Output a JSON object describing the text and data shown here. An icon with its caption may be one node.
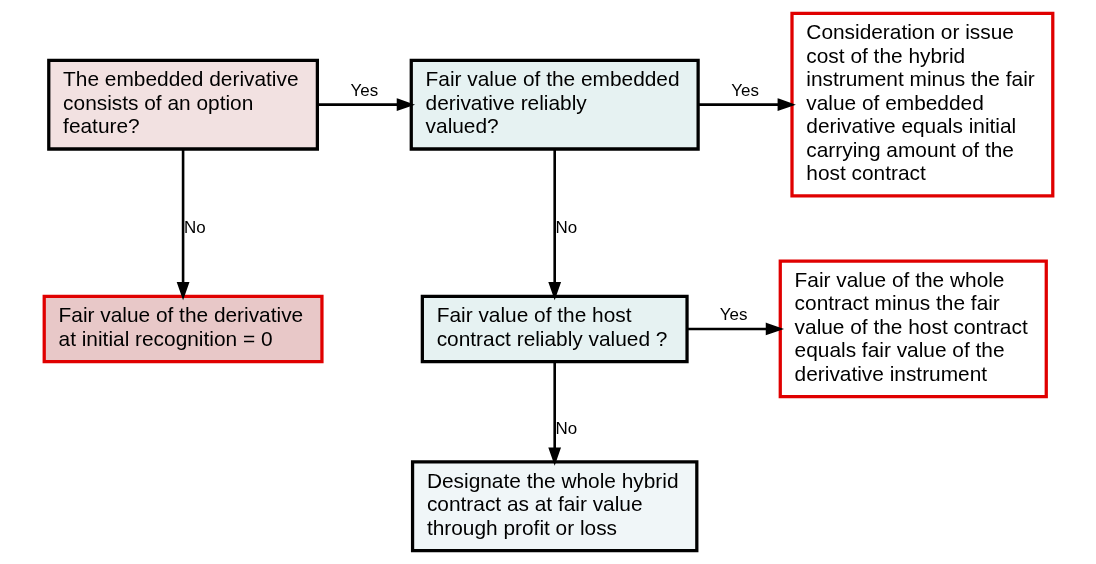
{
  "diagram": {
    "nodes": [
      {
        "text": [
          "The embedded derivative consists of an option feature?"
        ]
      },
      {
        "text": [
          "Fair value of the embedded derivative reliably valued?"
        ]
      },
      {
        "text": [
          "Consideration or issue cost of the hybrid instrument minus the fair value of embedded derivative equals initial carrying amount of the host contract"
        ]
      },
      {
        "text": [
          "Fair value of the derivative at initial recognition = 0"
        ]
      },
      {
        "text": [
          "Fair value of the host contract reliably valued ?"
        ]
      },
      {
        "text": [
          "Fair value of the whole contract minus the fair value of the host contract equals fair value of the derivative instrument"
        ]
      },
      {
        "text": [
          "Designate the whole hybrid contract as at fair value through profit or loss"
        ]
      }
    ],
    "edges": [
      {
        "from": 0,
        "to": 1,
        "arrow": "to",
        "label": "Yes"
      },
      {
        "from": 0,
        "to": 3,
        "arrow": "to",
        "label": "No"
      },
      {
        "from": 1,
        "to": 2,
        "arrow": "to",
        "label": "Yes"
      },
      {
        "from": 1,
        "to": 4,
        "arrow": "to",
        "label": "No"
      },
      {
        "from": 4,
        "to": 5,
        "arrow": "to",
        "label": "Yes"
      },
      {
        "from": 4,
        "to": 6,
        "arrow": "to",
        "label": "No"
      }
    ]
  }
}
